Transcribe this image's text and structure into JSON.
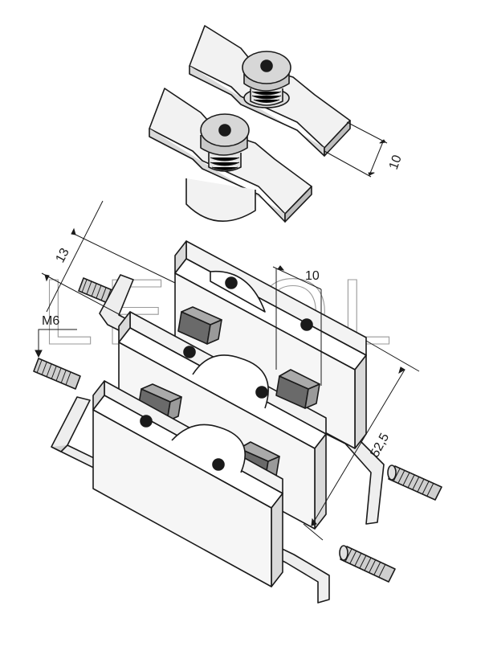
{
  "watermark": "LEDOL",
  "dimensions": {
    "top_clamp_thickness": "10",
    "slot_width": "10",
    "plate_spacing": "13",
    "thread_size": "M6",
    "overall_length": "52,5"
  },
  "colors": {
    "line": "#1a1a1a",
    "face": "#f2f2f2",
    "face_shade": "#d9d9d9",
    "dark_block": "#6a6a6a",
    "cap": "#c8c8c8",
    "watermark": "#9a9a9a"
  }
}
